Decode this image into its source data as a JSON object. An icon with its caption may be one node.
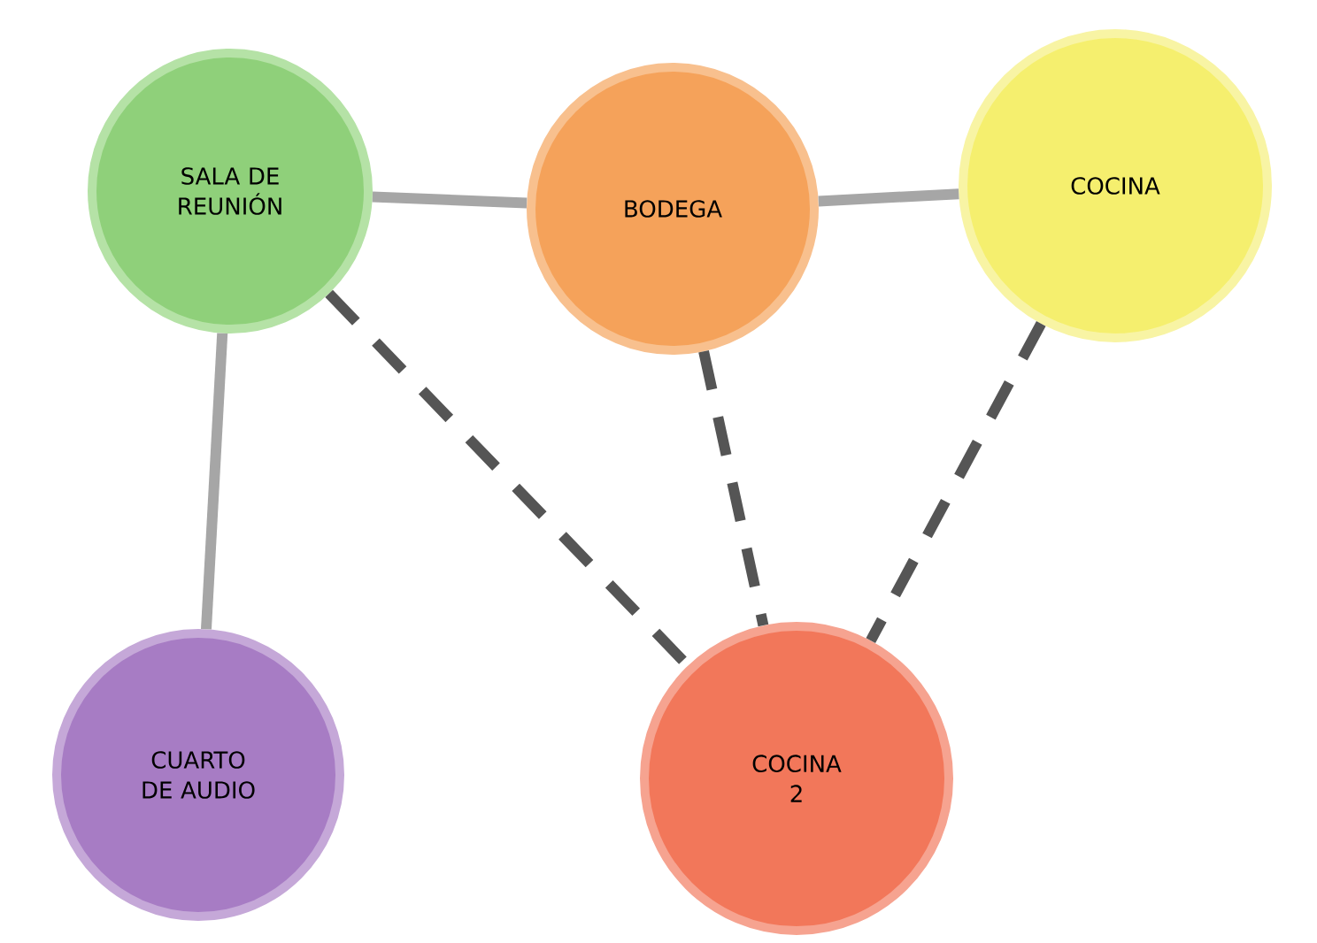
{
  "diagram": {
    "nodes": [
      {
        "text": [
          "SALA DE REUNIÓN"
        ]
      },
      {
        "text": [
          "BODEGA"
        ]
      },
      {
        "text": [
          "COCINA"
        ]
      },
      {
        "text": [
          "CUARTO DE AUDIO"
        ]
      },
      {
        "text": [
          "COCINA 2"
        ]
      }
    ],
    "edges": [
      {
        "from": 0,
        "to": 1,
        "arrow": "none"
      },
      {
        "from": 1,
        "to": 2,
        "arrow": "none"
      },
      {
        "from": 0,
        "to": 3,
        "arrow": "none"
      },
      {
        "from": 0,
        "to": 4,
        "arrow": "none",
        "style": "dashed",
        "color": "#555555"
      },
      {
        "from": 1,
        "to": 4,
        "arrow": "none",
        "style": "dashed",
        "color": "#555555"
      },
      {
        "from": 2,
        "to": 4,
        "arrow": "none",
        "style": "dashed",
        "color": "#555555"
      }
    ]
  }
}
